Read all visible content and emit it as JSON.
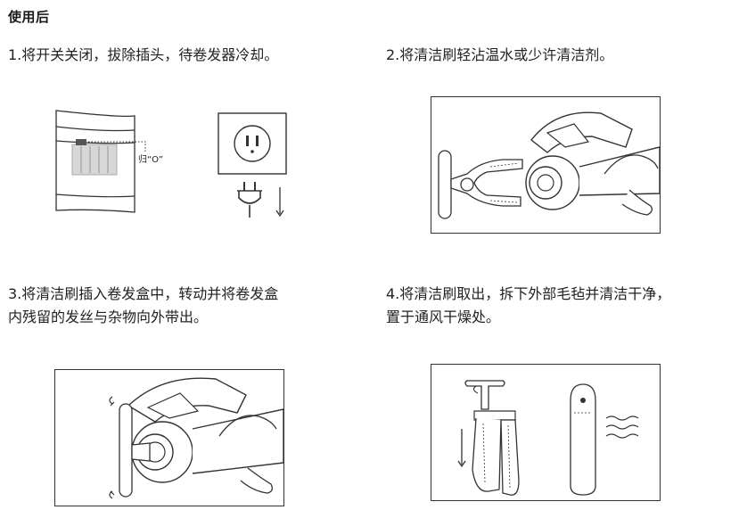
{
  "heading": "使用后",
  "steps": [
    {
      "lines": [
        "1.将开关关闭，拔除插头，待卷发器冷却。"
      ]
    },
    {
      "lines": [
        "2.将清洁刷轻沾温水或少许清洁剂。"
      ]
    },
    {
      "lines": [
        "3.将清洁刷插入卷发盒中，转动并将卷发盒",
        "内残留的发丝与杂物向外带出。"
      ]
    },
    {
      "lines": [
        "4.将清洁刷取出，拆下外部毛毡并清洁干净，",
        "置于通风干燥处。"
      ]
    }
  ],
  "illustration1": {
    "switch_label": "归“O”"
  }
}
